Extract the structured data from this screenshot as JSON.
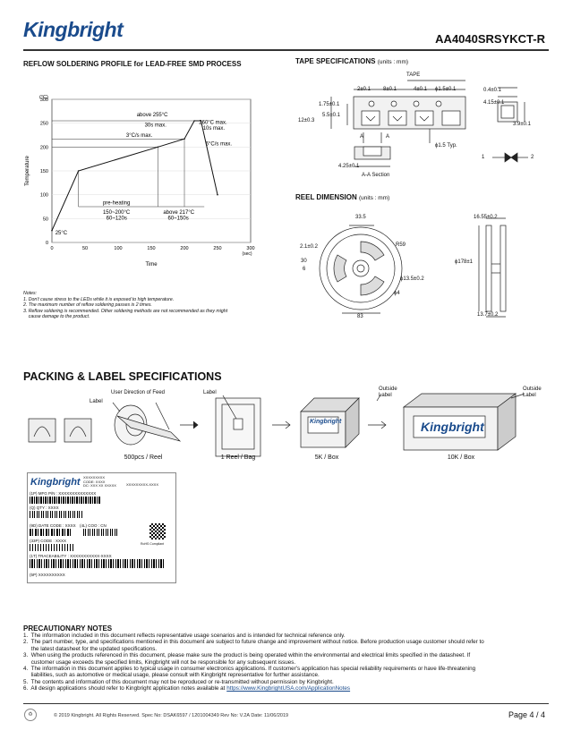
{
  "header": {
    "logo": "Kingbright",
    "part_number": "AA4040SRSYKCT-R"
  },
  "reflow": {
    "title": "REFLOW SOLDERING PROFILE for LEAD-FREE SMD PROCESS",
    "chart_data": {
      "type": "line",
      "title": "",
      "xlabel": "Time",
      "ylabel": "Temperature",
      "y_unit": "(°C)",
      "x_unit": "(sec)",
      "x_ticks": [
        "0",
        "50",
        "100",
        "150",
        "200",
        "250",
        "300"
      ],
      "y_ticks": [
        "0",
        "50",
        "100",
        "150",
        "200",
        "250",
        "300"
      ],
      "xlim": [
        0,
        300
      ],
      "ylim": [
        0,
        300
      ],
      "series": [
        {
          "x": [
            0,
            40,
            160,
            200,
            215,
            225,
            250
          ],
          "values": [
            25,
            150,
            200,
            217,
            255,
            255,
            100
          ]
        }
      ],
      "annotations": [
        "above 255°C",
        "30s max.",
        "260°C max.",
        "10s max.",
        "3°C/s max.",
        "6°C/s max.",
        "pre-heating",
        "150~200°C",
        "60~120s",
        "above 217°C",
        "60~150s",
        "25°C"
      ]
    },
    "notes": [
      "Notes:",
      "1. Don't cause stress to the LEDs while it is exposed to high temperature.",
      "2. The maximum number of reflow soldering passes is 2 times.",
      "3. Reflow soldering is recommended. Other soldering methods are not recommended as they might",
      "    cause damage to the product."
    ]
  },
  "tape": {
    "title": "TAPE SPECIFICATIONS",
    "unit": "(units : mm)",
    "labels": {
      "tape": "TAPE",
      "d1": "2±0.1",
      "d2": "8±0.1",
      "d3": "4±0.1",
      "d4": "ϕ1.5±0.1",
      "d5": "1.75±0.1",
      "d6": "12±0.3",
      "d7": "5.5±0.1",
      "d8": "4.25±0.1",
      "d9": "A-A Section",
      "d10": "ϕ1.5 Typ.",
      "d11": "0.4±0.1",
      "d12": "4.15±0.1",
      "d13": "3.9±0.1",
      "pin1": "1",
      "pin2": "2",
      "a1": "A",
      "a2": "A"
    }
  },
  "reel": {
    "title": "REEL DIMENSION",
    "unit": "(units : mm)",
    "labels": {
      "r1": "33.5",
      "r2": "2.1±0.2",
      "r3": "30",
      "r4": "6",
      "r5": "R59",
      "r6": "ϕ13.5±0.2",
      "r7": "ϕ4",
      "r8": "83",
      "r9": "16.55±0.2",
      "r10": "ϕ178±1",
      "r11": "13.7±0.2"
    }
  },
  "packing": {
    "title": "PACKING & LABEL SPECIFICATIONS",
    "feed": "User Direction of Feed",
    "label1": "Label",
    "label2": "Label",
    "outside1": "Outside\nLabel",
    "outside2": "Outside\nLabel",
    "box_brand": "Kingbright",
    "captions": [
      "500pcs / Reel",
      "1 Reel / Bag",
      "5K / Box",
      "10K / Box"
    ]
  },
  "label_sample": {
    "brand": "Kingbright",
    "code1": "XXXXXXXXX",
    "code2": "CODE: XXXX",
    "code3": "DC: XXX XX XXXXX",
    "code4": "XXXXXXXXX-XXXX",
    "mfg": "(1P) MFG P/N : XXXXXXXXXXXXXX",
    "qty": "(Q) QTY : XXXX",
    "date": "(9D) DATE CODE : XXXX",
    "cn": "(4L) COO : CN",
    "code": "(33P) CODE : XXXX",
    "rohs": "RoHS Compliant",
    "trace": "(1T) TRACEABILITY : XXXXXXXXXXX-XXXX",
    "sp": "(5P) XXXXXXXXXX"
  },
  "precautions": {
    "title": "PRECAUTIONARY NOTES",
    "items": [
      "1.  The information included in this document reflects representative usage scenarios and is intended for technical reference only.",
      "2.  The part number, type, and specifications mentioned in this document are subject to future change and improvement without notice. Before production usage customer should refer to",
      "     the latest datasheet for the updated specifications.",
      "3.  When using the products referenced in this document, please make sure the product is being operated within the environmental and electrical limits specified in the datasheet. If",
      "     customer usage exceeds the specified limits, Kingbright will not be responsible for any subsequent issues.",
      "4.  The information in this document applies to typical usage in consumer electronics applications. If customer's application has special reliability requirements or have life-threatening",
      "     liabilities, such as automotive or medical usage, please consult with Kingbright representative for further assistance.",
      "5.  The contents and information of this document may not be reproduced or re-transmitted without permission by Kingbright."
    ],
    "item6_prefix": "6.  All design applications should refer to Kingbright application notes available at ",
    "item6_link": "https://www.KingbrightUSA.com/ApplicationNotes"
  },
  "footer": {
    "copyright": "© 2019 Kingbright. All Rights Reserved.   Spec No: DSAK6597 / 1201004349   Rev No: V.2A   Date: 11/06/2019",
    "page": "Page  4 / 4"
  }
}
